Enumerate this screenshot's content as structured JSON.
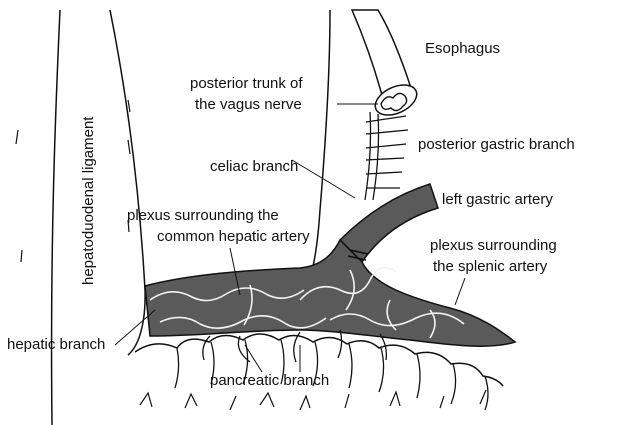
{
  "labels": {
    "esophagus": "Esophagus",
    "posterior_trunk_line1": "posterior trunk of",
    "posterior_trunk_line2": "the vagus nerve",
    "posterior_gastric_branch": "posterior gastric branch",
    "celiac_branch": "celiac branch",
    "left_gastric_artery": "left gastric artery",
    "plexus_common_hepatic_line1": "plexus surrounding the",
    "plexus_common_hepatic_line2": "common hepatic artery",
    "plexus_splenic_line1": "plexus surrounding",
    "plexus_splenic_line2": "the splenic artery",
    "hepatic_branch": "hepatic branch",
    "pancreatic_branch": "pancreatic branch",
    "hepatoduodenal_ligament": "hepatoduodenal ligament"
  },
  "colors": {
    "artery_fill": "#5a5a5a",
    "nerve_stroke": "#f2f2f2",
    "line": "#111111",
    "background": "#ffffff"
  }
}
